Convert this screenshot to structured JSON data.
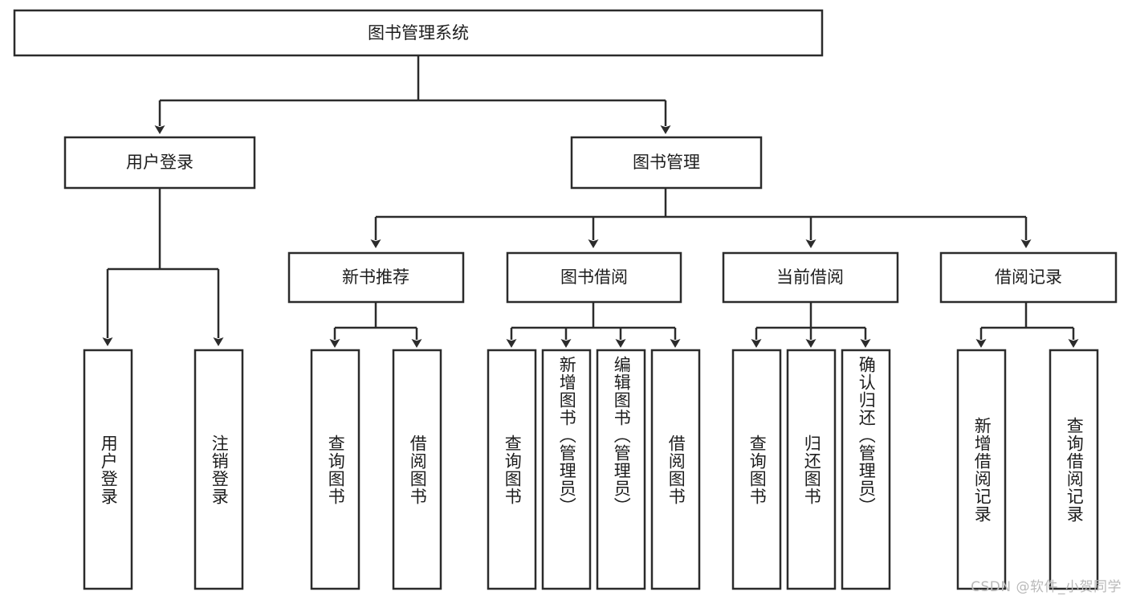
{
  "diagram": {
    "type": "tree",
    "title": "图书管理系统",
    "root": {
      "label": "图书管理系统",
      "orientation": "horizontal"
    },
    "level2": [
      {
        "label": "用户登录",
        "orientation": "horizontal"
      },
      {
        "label": "图书管理",
        "orientation": "horizontal"
      }
    ],
    "level3": [
      {
        "label": "新书推荐",
        "orientation": "horizontal"
      },
      {
        "label": "图书借阅",
        "orientation": "horizontal"
      },
      {
        "label": "当前借阅",
        "orientation": "horizontal"
      },
      {
        "label": "借阅记录",
        "orientation": "horizontal"
      }
    ],
    "leaves": {
      "user_login": [
        {
          "label": "用户登录",
          "orientation": "vertical"
        },
        {
          "label": "注销登录",
          "orientation": "vertical"
        }
      ],
      "new_book_recommend": [
        {
          "label": "查询图书",
          "orientation": "vertical"
        },
        {
          "label": "借阅图书",
          "orientation": "vertical"
        }
      ],
      "book_borrow": [
        {
          "label": "查询图书",
          "orientation": "vertical"
        },
        {
          "label": "新增图书（管理员）",
          "orientation": "vertical"
        },
        {
          "label": "编辑图书（管理员）",
          "orientation": "vertical"
        },
        {
          "label": "借阅图书",
          "orientation": "vertical"
        }
      ],
      "current_borrow": [
        {
          "label": "查询图书",
          "orientation": "vertical"
        },
        {
          "label": "归还图书",
          "orientation": "vertical"
        },
        {
          "label": "确认归还（管理员）",
          "orientation": "vertical"
        }
      ],
      "borrow_record": [
        {
          "label": "新增借阅记录",
          "orientation": "vertical"
        },
        {
          "label": "查询借阅记录",
          "orientation": "vertical"
        }
      ]
    },
    "colors": {
      "stroke": "#2b2b2b",
      "fill": "#ffffff",
      "text": "#1d1d1d",
      "watermark": "#b9b9b9"
    }
  },
  "watermark": {
    "text": "CSDN @软件_小贺同学"
  }
}
